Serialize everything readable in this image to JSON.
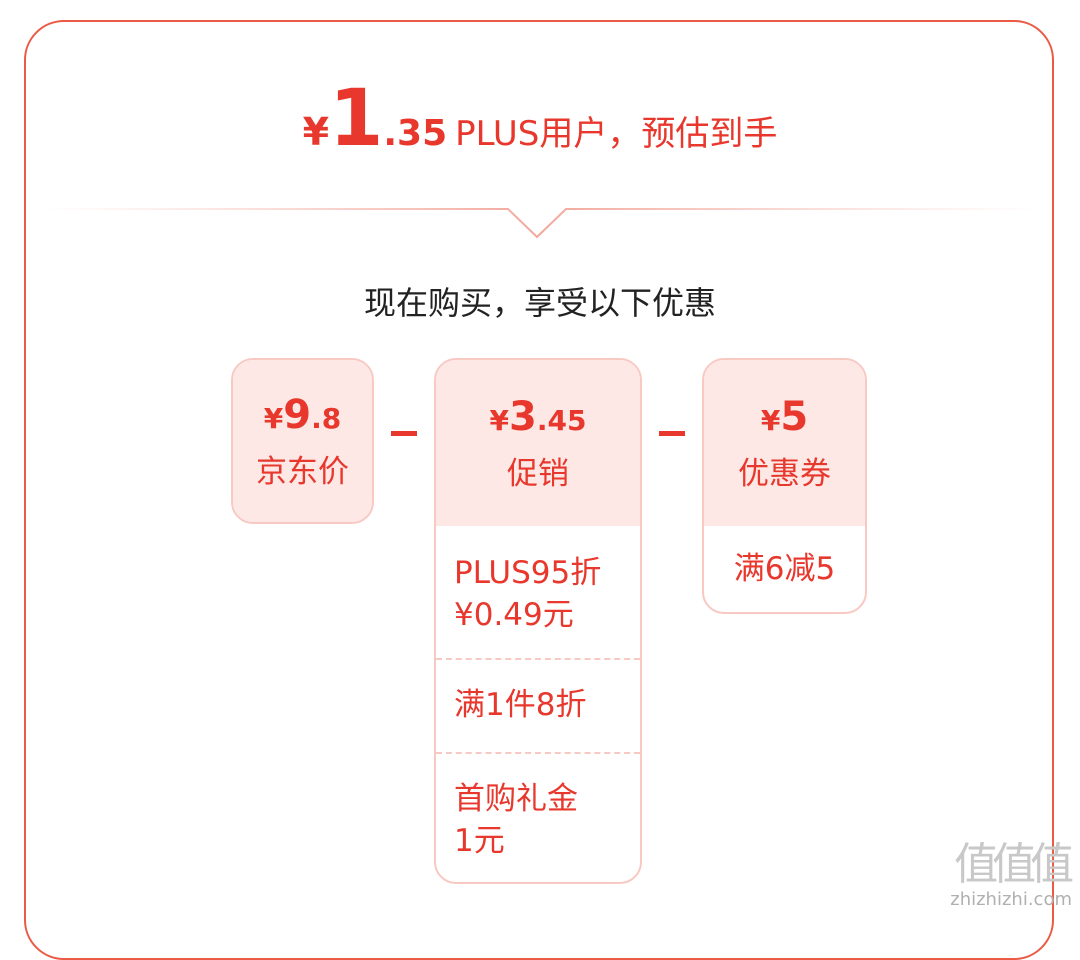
{
  "headline": {
    "currency": "¥",
    "price_integer": "1",
    "price_decimal": ".35",
    "label": "PLUS用户，预估到手"
  },
  "subtitle": "现在购买，享受以下优惠",
  "jd_price": {
    "currency": "¥",
    "integer": "9",
    "decimal": ".8",
    "label": "京东价"
  },
  "promo": {
    "currency": "¥",
    "integer": "3",
    "decimal": ".45",
    "label": "促销",
    "items": [
      {
        "line1": "PLUS95折",
        "line2": "¥0.49元"
      },
      {
        "line1": "满1件8折",
        "line2": ""
      },
      {
        "line1": "首购礼金",
        "line2": "1元"
      }
    ]
  },
  "coupon": {
    "currency": "¥",
    "integer": "5",
    "decimal": "",
    "label": "优惠券",
    "items": [
      {
        "line1": "满6减5"
      }
    ]
  },
  "watermark": {
    "logo": "值值值",
    "site": "zhizhizhi.com"
  },
  "colors": {
    "accent": "#e8372c",
    "border": "#ea5a45",
    "tint": "#fde8e5"
  }
}
